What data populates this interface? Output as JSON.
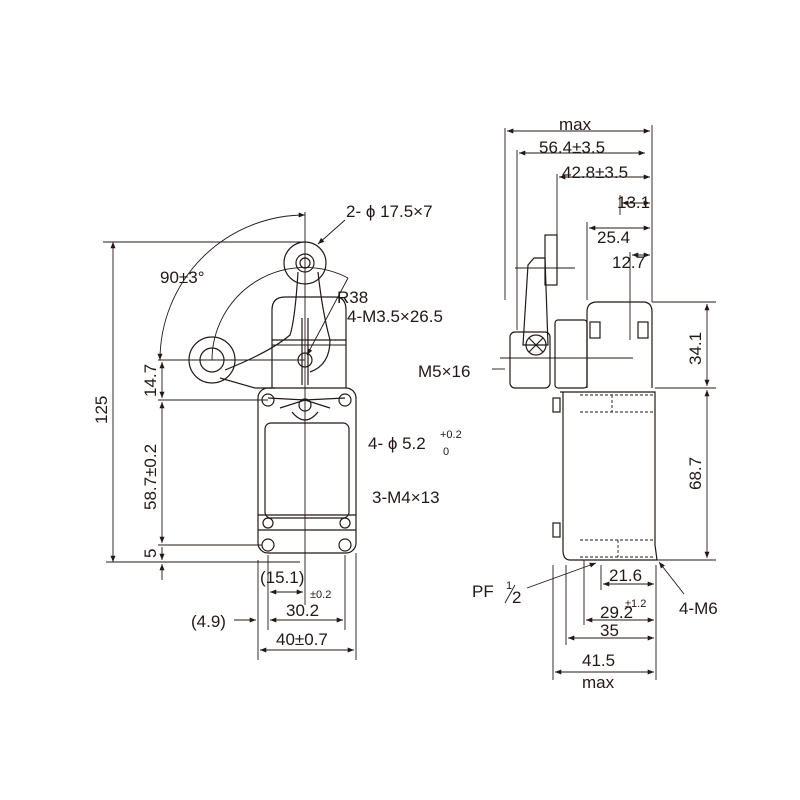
{
  "front_view": {
    "roller_spec": "2- ϕ 17.5×7",
    "angle": "90±3°",
    "radius": "R38",
    "screw_head": "4-M3.5×26.5",
    "mount_holes": "4- ϕ 5.2",
    "mount_holes_tol_upper": "+0.2",
    "mount_holes_tol_lower": "0",
    "terminal_screws": "3-M4×13",
    "height_total": "125",
    "height_head": "14.7",
    "height_holes": "58.7±0.2",
    "height_bottom": "5",
    "width_center": "(15.1)",
    "width_holes_tol": "±0.2",
    "width_holes": "30.2",
    "width_offset": "(4.9)",
    "width_total": "40±0.7"
  },
  "side_view": {
    "max_top": "max",
    "depth_1": "56.4±3.5",
    "depth_2": "42.8±3.5",
    "depth_3": "13.1",
    "depth_4": "25.4",
    "depth_5": "12.7",
    "lever_screw": "M5×16",
    "height_head": "34.1",
    "height_body": "68.7",
    "conduit": "PF",
    "conduit_num": "1",
    "conduit_den": "2",
    "mount_thread": "4-M6",
    "bottom_1": "21.6",
    "bottom_2_tol": "±1.2",
    "bottom_2": "29.2",
    "bottom_3": "35",
    "bottom_4": "41.5",
    "max_bottom": "max"
  }
}
